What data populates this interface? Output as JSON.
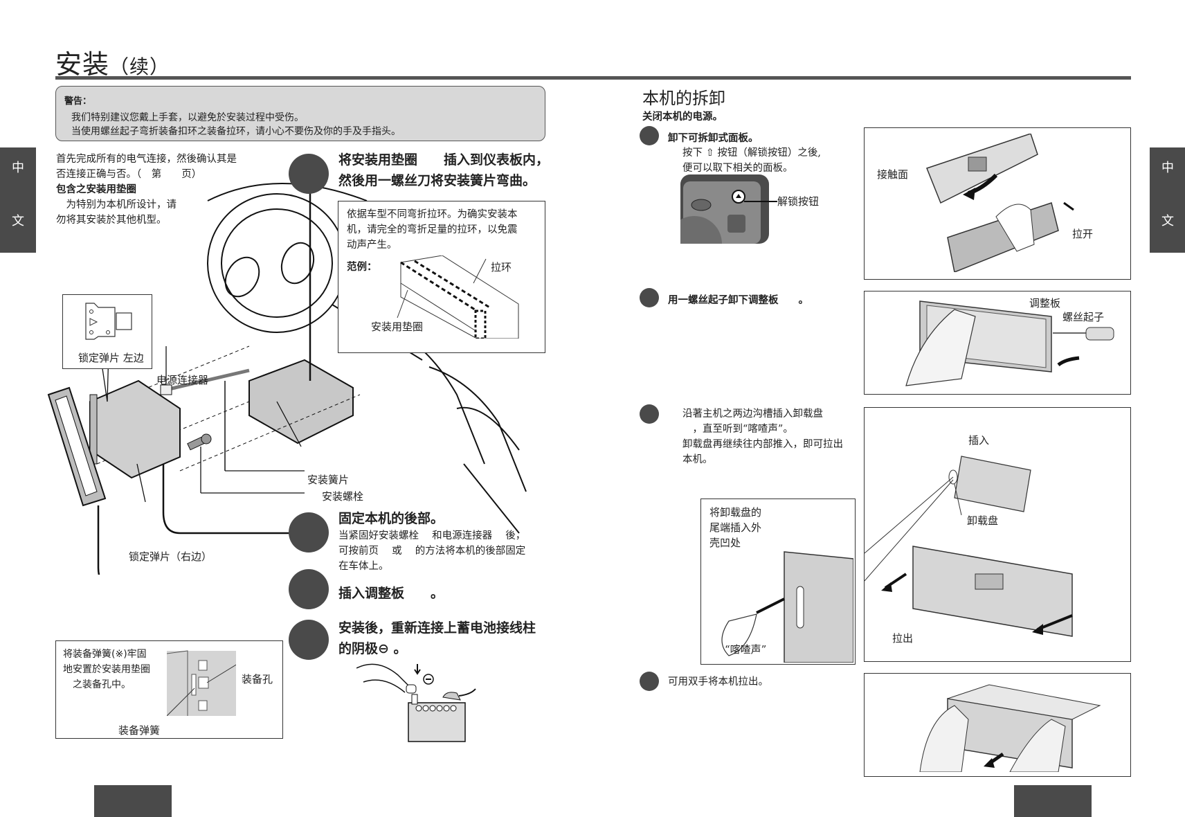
{
  "header": {
    "title": "安装",
    "title_suffix": "（续）"
  },
  "side_tabs": {
    "left": [
      "中",
      "文"
    ],
    "right": [
      "中",
      "文"
    ]
  },
  "warning": {
    "title": "警告：",
    "lines": [
      "我们特别建议您戴上手套，以避免於安装过程中受伤。",
      "当使用螺丝起子弯折装备扣环之装备拉环，请小心不要伤及你的手及手指头。"
    ]
  },
  "left_page": {
    "intro_lines": [
      "首先完成所有的电气连接，然後确认其是",
      "否连接正确与否。（　第　　页）"
    ],
    "sleeve_heading": "包含之安装用垫圈",
    "sleeve_lines": [
      "　为特别为本机所设计，请",
      "勿将其安装於其他机型。"
    ],
    "step1": {
      "lines": [
        "将安装用垫圈　　插入到仪表板内，",
        "然後用一螺丝刀将安装簧片弯曲。"
      ]
    },
    "note_box": {
      "lines": [
        "依据车型不同弯折拉环。为确实安装本",
        "机，请完全的弯折足量的拉环，以免震",
        "动声产生。"
      ],
      "example_label": "范例：",
      "pull_ring_label": "拉环",
      "sleeve_label": "安装用垫圈"
    },
    "diagram_labels": {
      "lock_tab_left": "锁定弹片 左边",
      "power_connector": "电源连接器",
      "mounting_tab": "安装簧片",
      "mounting_bolt": "安装螺栓",
      "lock_tab_right": "锁定弹片（右边）"
    },
    "step2": {
      "title": "固定本机的後部。",
      "lines": [
        "当紧固好安装螺栓　 和电源连接器　 後，",
        "可按前页　 或　 的方法将本机的後部固定",
        "在车体上。"
      ]
    },
    "step3": {
      "title": "插入调整板　　。"
    },
    "step4": {
      "lines": [
        "安装後，重新连接上蓄电池接线柱",
        "的阴极⊖ 。"
      ],
      "minus_symbol": "⊖"
    },
    "spring_box": {
      "lines": [
        "将装备弹簧(※)牢固",
        "地安置於安装用垫圈",
        "　之装备孔中。"
      ],
      "hole_label": "装备孔",
      "spring_label": "装备弹簧"
    }
  },
  "right_page": {
    "section_title": "本机的拆卸",
    "section_sub": "关闭本机的电源。",
    "step1": {
      "title": "卸下可拆卸式面板。",
      "lines": [
        "按下 ⇧ 按钮（解锁按钮）之後,",
        "便可以取下相关的面板。"
      ],
      "release_label": "解锁按钮",
      "contact_label": "接触面",
      "pull_label": "拉开"
    },
    "step2": {
      "title": "用一螺丝起子卸下调整板　　。",
      "trim_label": "调整板",
      "screwdriver_label": "螺丝起子"
    },
    "step3": {
      "lines": [
        "沿著主机之两边沟槽插入卸载盘",
        "　，直至听到“喀喳声”。",
        "卸载盘再继续往内部推入，即可拉出",
        "本机。"
      ],
      "inset_lines": [
        "将卸载盘的",
        "尾端插入外",
        "壳凹处"
      ],
      "click_label": "“喀喳声”",
      "insert_label": "插入",
      "plate_label": "卸载盘",
      "pull_out_label": "拉出"
    },
    "step4": {
      "text": "可用双手将本机拉出。"
    }
  }
}
